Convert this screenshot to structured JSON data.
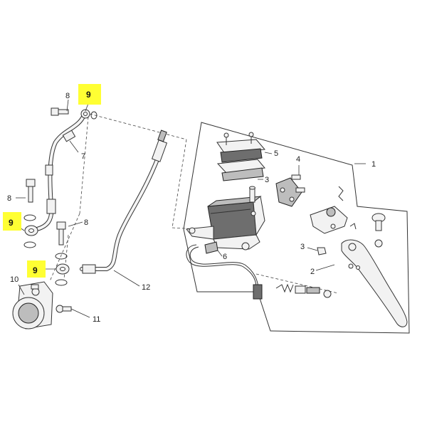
{
  "labels": {
    "l1": "1",
    "l2": "2",
    "l3a": "3",
    "l3b": "3",
    "l4": "4",
    "l5": "5",
    "l6": "6",
    "l7": "7",
    "l8a": "8",
    "l8b": "8",
    "l8c": "8",
    "l10": "10",
    "l11": "11",
    "l12": "12",
    "l9a": "9",
    "l9b": "9",
    "l9c": "9"
  },
  "colors": {
    "highlight": "#ffff33",
    "outline": "#333333"
  }
}
